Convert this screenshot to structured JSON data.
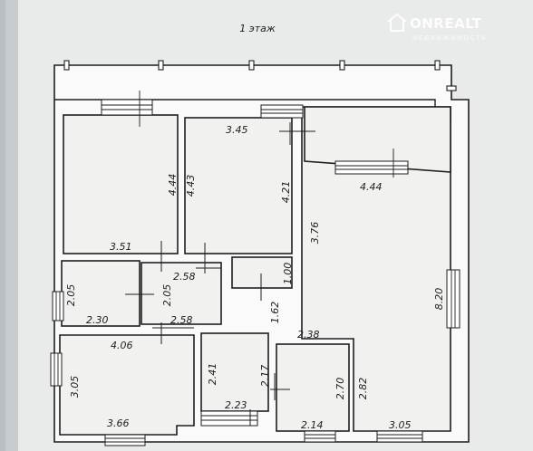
{
  "floor_title": "1 этаж",
  "watermark": {
    "brand": "ONREALT",
    "tagline": "НЕДВИЖИМОСТЬ"
  },
  "dimensions": {
    "bedroom_nw_top": "3.45",
    "bedroom_nw_height": "4.44",
    "bedroom_nw_width": "3.51",
    "room_mid_height_left": "4.43",
    "room_mid_height_right": "4.21",
    "hall_width": "4.44",
    "hall_height_upper": "3.76",
    "closet_height": "1.00",
    "hall_height_full": "8.20",
    "small_room_height": "2.05",
    "small_room_width": "2.30",
    "corridor_height": "2.05",
    "corridor_width_top": "2.58",
    "corridor_width_bottom": "2.58",
    "passage_height": "1.62",
    "bath_width": "2.38",
    "room_sw_width_top": "4.06",
    "room_sw_height": "3.05",
    "room_sw_width_bottom": "3.66",
    "vestibule_height": "2.41",
    "vestibule_width": "2.23",
    "bath_height_left": "2.17",
    "bath_height_right": "2.70",
    "bath_width_bottom": "2.14",
    "room_se_height": "2.82",
    "room_se_width": "3.05"
  }
}
